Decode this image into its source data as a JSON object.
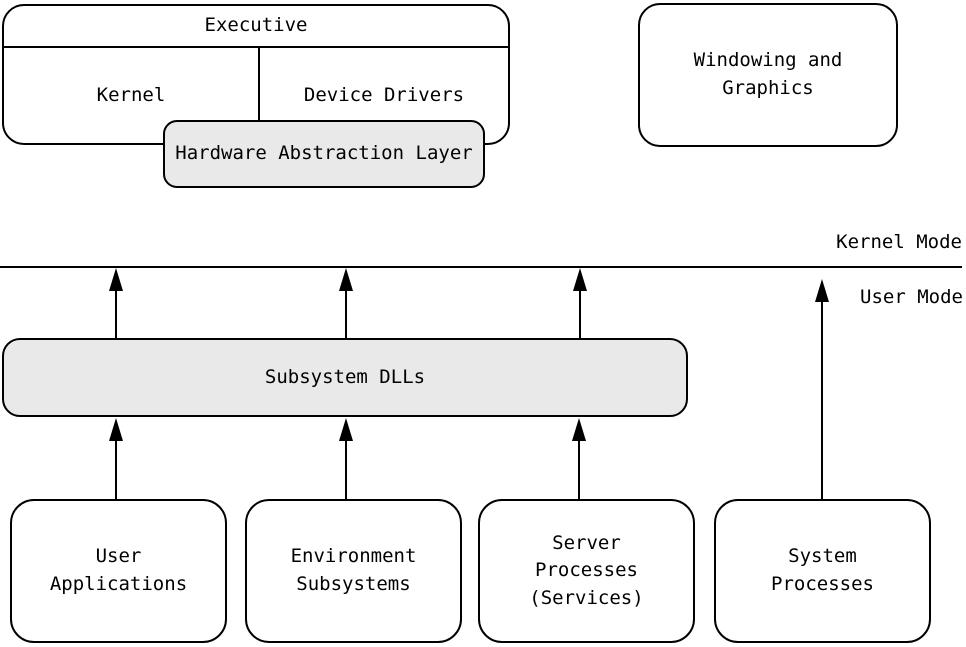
{
  "diagram": {
    "kernel_section": {
      "executive_label": "Executive",
      "kernel_label": "Kernel",
      "device_drivers_label": "Device Drivers",
      "hal_label": "Hardware Abstraction Layer",
      "windowing_label": "Windowing and\nGraphics"
    },
    "mode_labels": {
      "kernel_mode": "Kernel Mode",
      "user_mode": "User Mode"
    },
    "user_section": {
      "subsystem_dlls_label": "Subsystem DLLs",
      "user_applications_label": "User\nApplications",
      "environment_subsystems_label": "Environment\nSubsystems",
      "server_processes_label": "Server\nProcesses\n(Services)",
      "system_processes_label": "System\nProcesses"
    },
    "colors": {
      "shaded_box_fill": "#e9e9e9",
      "box_border": "#000000",
      "background": "#ffffff"
    }
  }
}
